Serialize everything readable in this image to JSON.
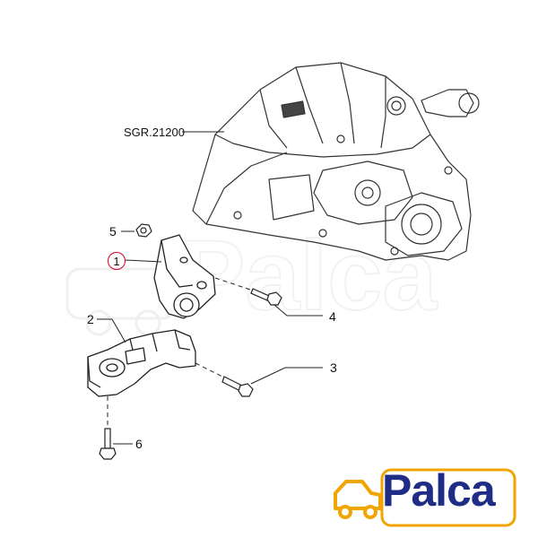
{
  "diagram": {
    "reference_label": "SGR.21200",
    "callouts": [
      {
        "id": "1",
        "label": "1",
        "highlighted": true
      },
      {
        "id": "2",
        "label": "2",
        "highlighted": false
      },
      {
        "id": "3",
        "label": "3",
        "highlighted": false
      },
      {
        "id": "4",
        "label": "4",
        "highlighted": false
      },
      {
        "id": "5",
        "label": "5",
        "highlighted": false
      },
      {
        "id": "6",
        "label": "6",
        "highlighted": false
      }
    ],
    "watermark_text": "Palca",
    "highlight_color": "#d4002a",
    "line_color": "#222222"
  },
  "brand": {
    "name": "Palca",
    "text_color": "#1f2d86",
    "icon_color": "#f0a500",
    "icon": "car-icon"
  }
}
